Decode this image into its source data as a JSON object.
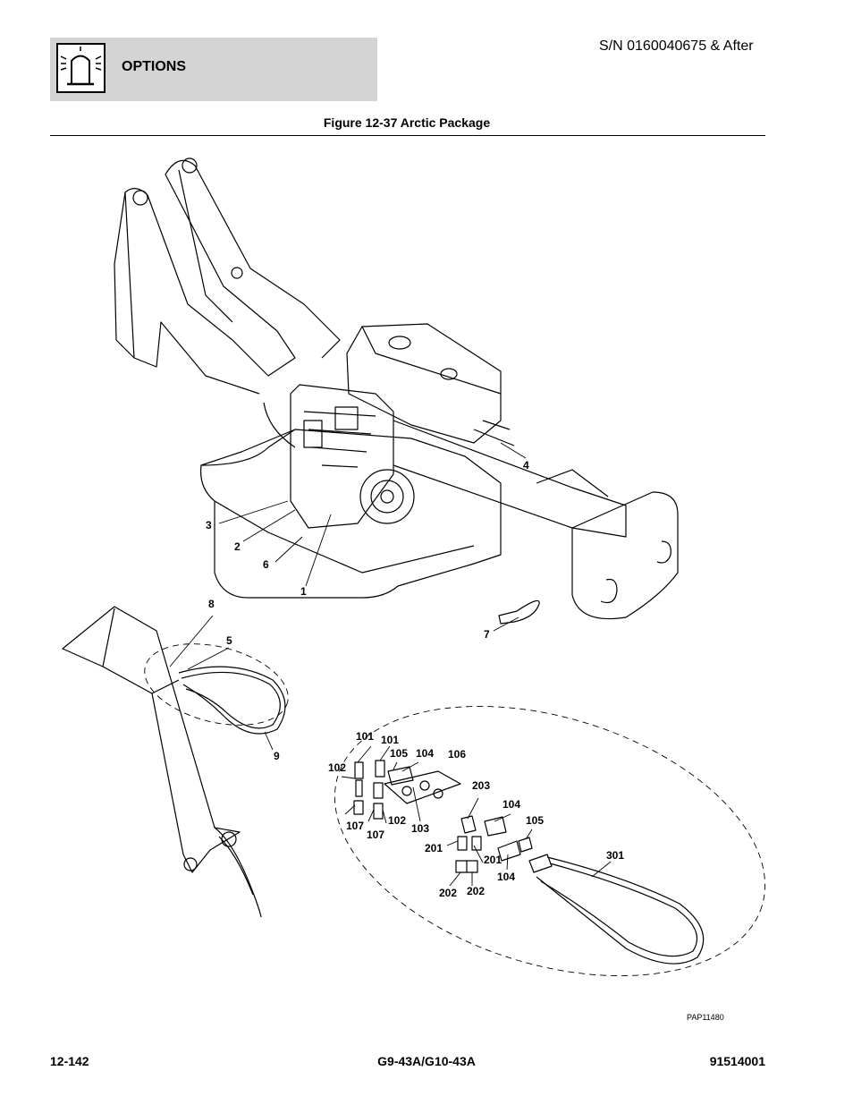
{
  "header": {
    "section": "OPTIONS",
    "serial": "S/N 0160040675 & After"
  },
  "figure": {
    "title": "Figure 12-37 Arctic Package",
    "drawing_id": "PAP11480"
  },
  "callouts": [
    "3",
    "2",
    "6",
    "1",
    "4",
    "7",
    "8",
    "5",
    "9",
    "101",
    "101",
    "105",
    "104",
    "106",
    "102",
    "203",
    "104",
    "105",
    "107",
    "107",
    "102",
    "103",
    "201",
    "201",
    "301",
    "104",
    "202",
    "202"
  ],
  "footer": {
    "page": "12-142",
    "model": "G9-43A/G10-43A",
    "doc_number": "91514001"
  }
}
